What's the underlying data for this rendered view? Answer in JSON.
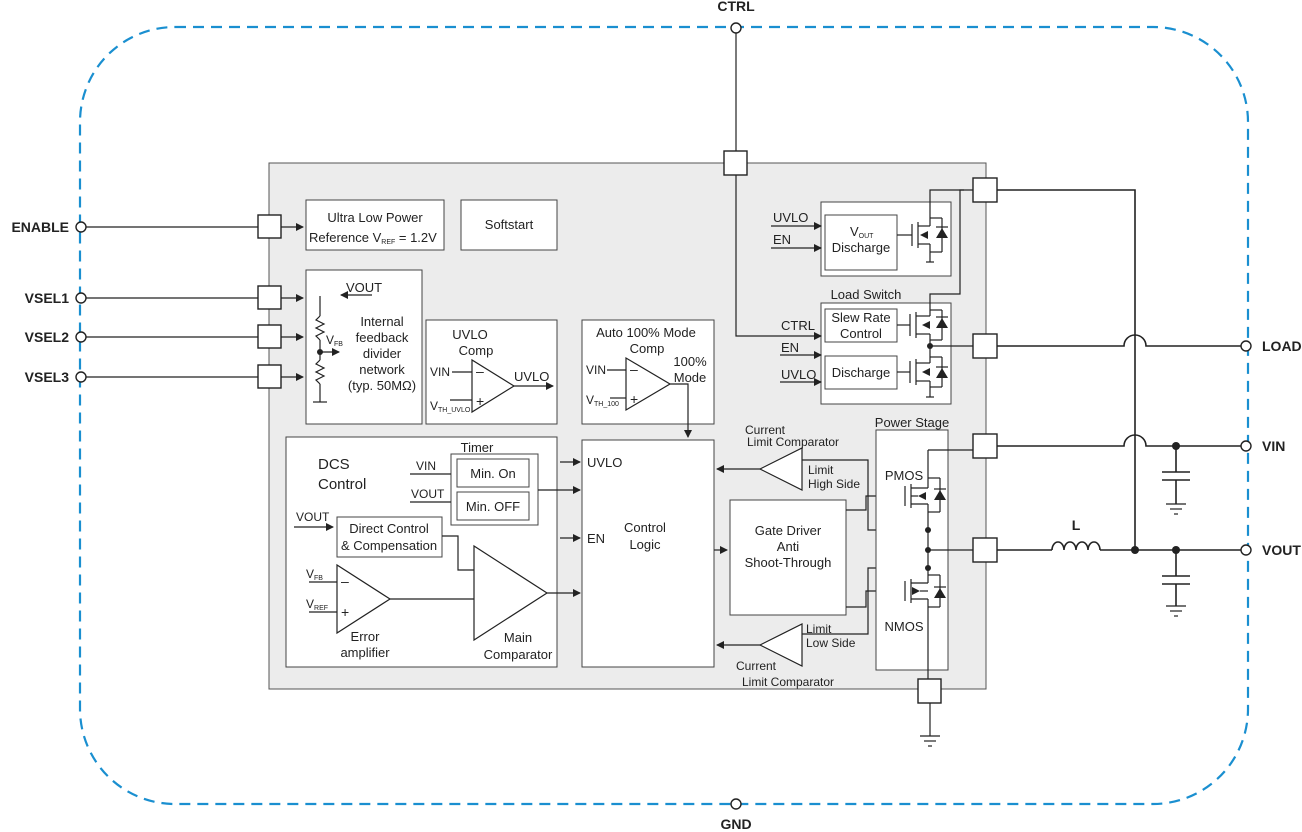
{
  "pins": {
    "ctrl": "CTRL",
    "gnd": "GND",
    "enable": "ENABLE",
    "vsel1": "VSEL1",
    "vsel2": "VSEL2",
    "vsel3": "VSEL3",
    "load": "LOAD",
    "vin": "VIN",
    "vout": "VOUT"
  },
  "blocks": {
    "reference": {
      "line1": "Ultra Low Power",
      "line2_prefix": "Reference V",
      "line2_sub": "REF",
      "line2_suffix": " = 1.2V"
    },
    "softstart": "Softstart",
    "feedback": {
      "vout": "VOUT",
      "vfb": "V",
      "vfb_sub": "FB",
      "lines": [
        "Internal",
        "feedback",
        "divider",
        "network",
        "(typ. 50MΩ)"
      ]
    },
    "uvlo_comp": {
      "title1": "UVLO",
      "title2": "Comp",
      "vin": "VIN",
      "vth": "V",
      "vth_sub": "TH_UVLO",
      "out": "UVLO"
    },
    "auto100": {
      "title1": "Auto 100% Mode",
      "title2": "Comp",
      "vin": "VIN",
      "vth": "V",
      "vth_sub": "TH_100",
      "mode1": "100%",
      "mode2": "Mode"
    },
    "vout_discharge": {
      "uvlo": "UVLO",
      "en": "EN",
      "vout": "V",
      "vout_sub": "OUT",
      "discharge": "Discharge"
    },
    "load_switch": {
      "title": "Load Switch",
      "ctrl": "CTRL",
      "en": "EN",
      "uvlo": "UVLO",
      "slew1": "Slew Rate",
      "slew2": "Control",
      "discharge": "Discharge"
    },
    "dcs": {
      "title1": "DCS",
      "title2": "Control",
      "timer": "Timer",
      "vin": "VIN",
      "vout": "VOUT",
      "min_on": "Min. On",
      "min_off": "Min. OFF",
      "vout_in": "VOUT",
      "direct1": "Direct Control",
      "direct2": "& Compensation",
      "vfb": "V",
      "vfb_sub": "FB",
      "vref": "V",
      "vref_sub": "REF",
      "err1": "Error",
      "err2": "amplifier",
      "main1": "Main",
      "main2": "Comparator"
    },
    "control_logic": {
      "uvlo": "UVLO",
      "en": "EN",
      "line1": "Control",
      "line2": "Logic"
    },
    "gate_driver": {
      "line1": "Gate Driver",
      "line2": "Anti",
      "line3": "Shoot-Through"
    },
    "current_limit_high": {
      "title1": "Current",
      "title2": "Limit Comparator",
      "limit": "Limit",
      "side": "High Side"
    },
    "current_limit_low": {
      "title1": "Current",
      "title2": "Limit Comparator",
      "limit": "Limit",
      "side": "Low Side"
    },
    "power_stage": {
      "title": "Power Stage",
      "pmos": "PMOS",
      "nmos": "NMOS"
    },
    "inductor": "L"
  },
  "colors": {
    "boundary": "#1a8fd0",
    "chip_fill": "#ececec",
    "wire": "#222222"
  }
}
